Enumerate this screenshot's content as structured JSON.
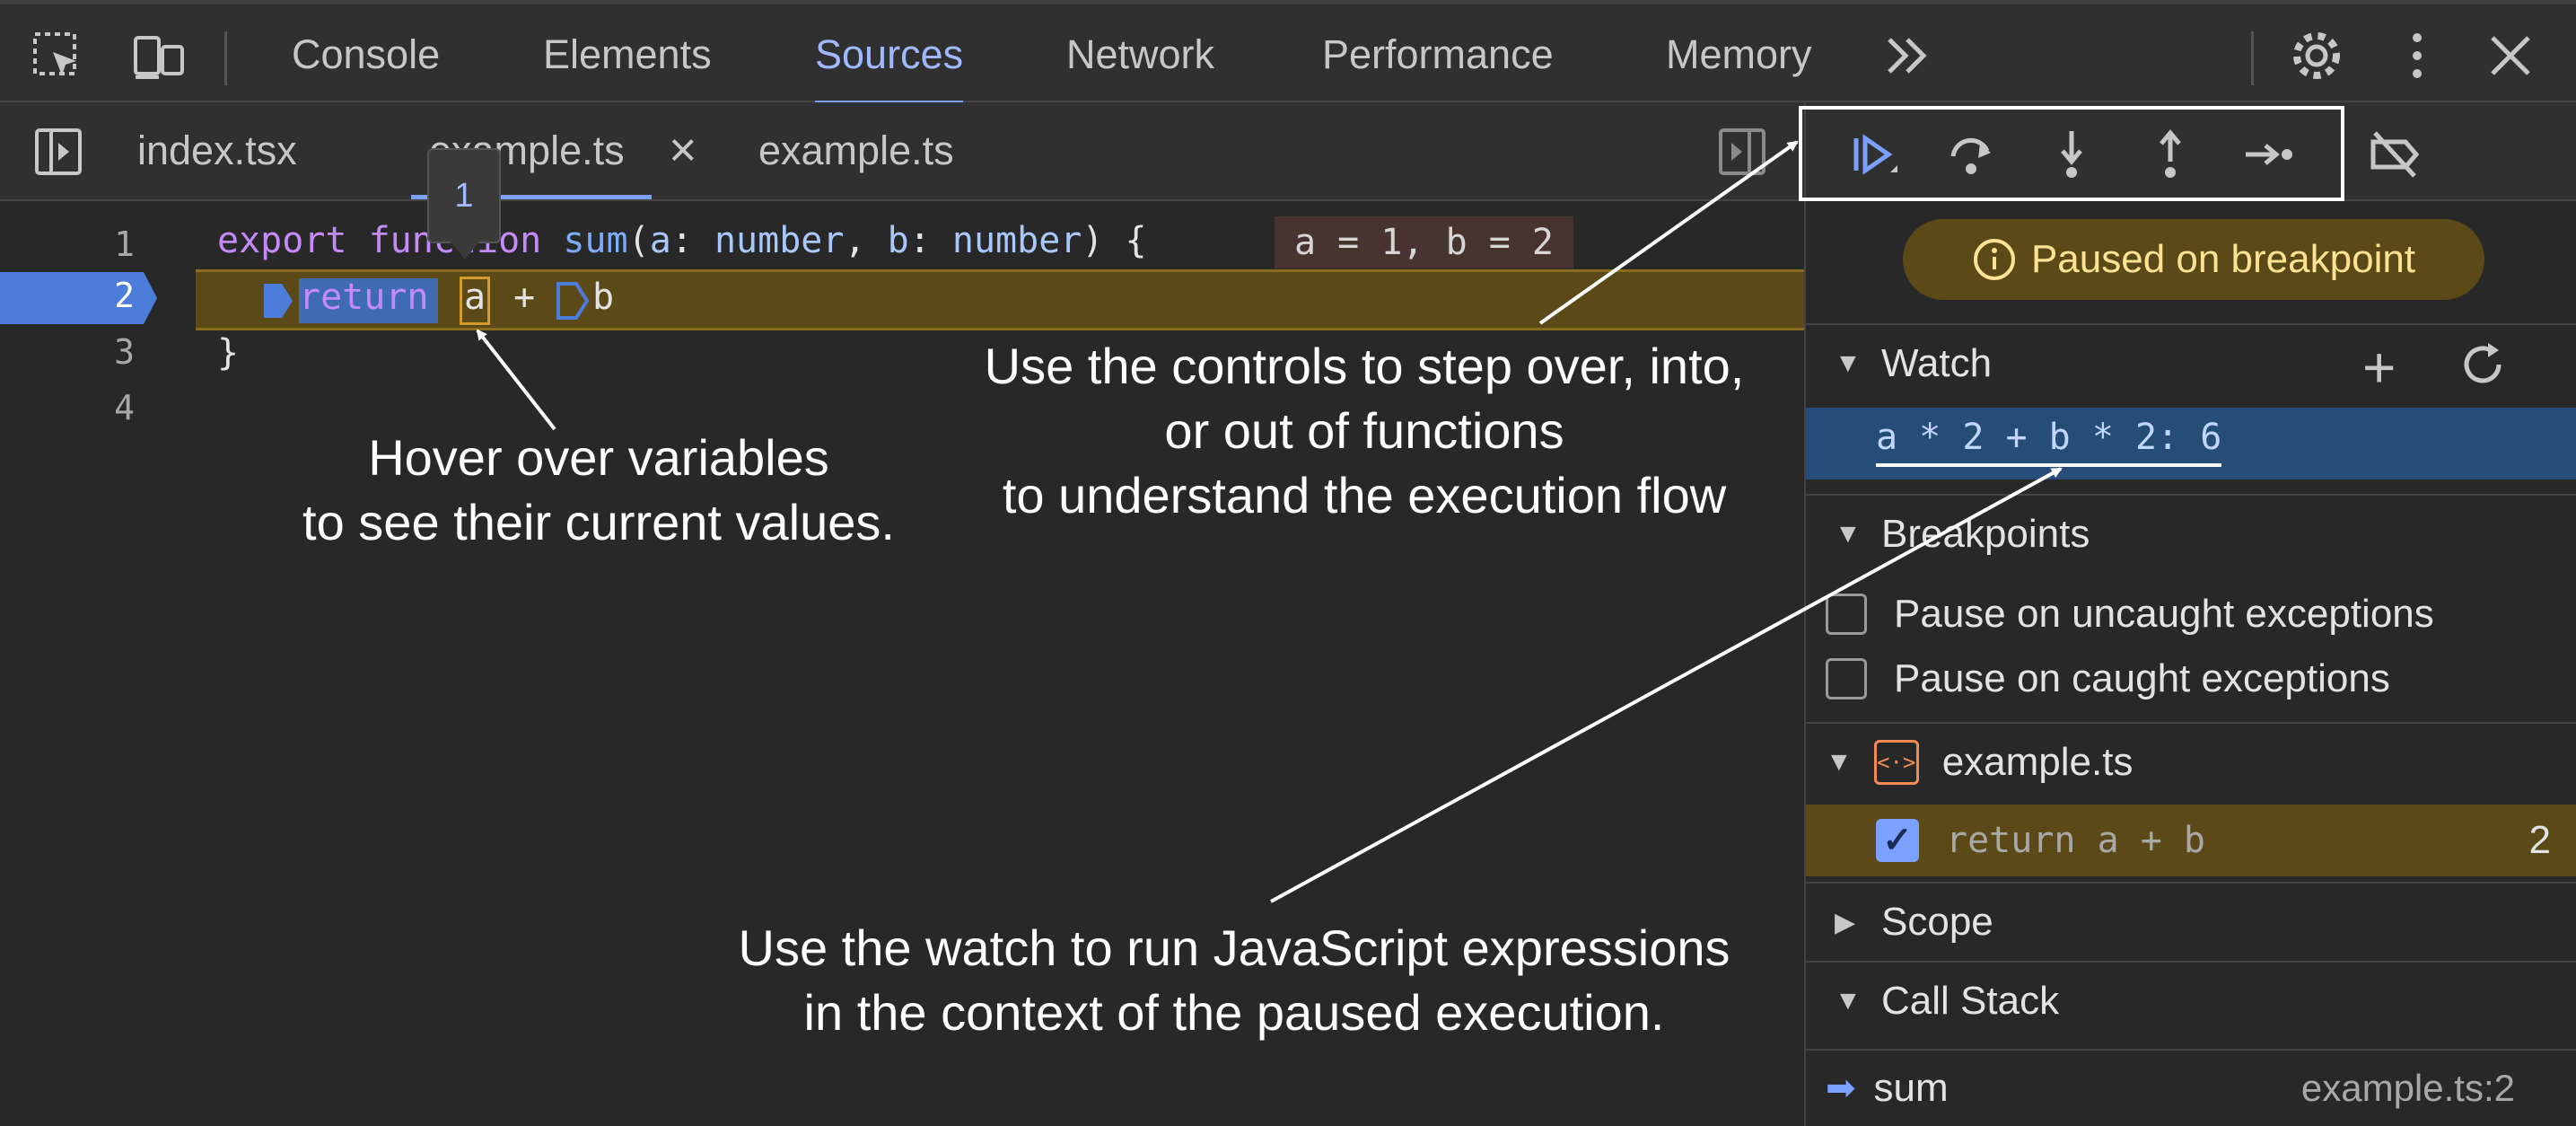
{
  "toolbar": {
    "tabs": [
      {
        "label": "Console"
      },
      {
        "label": "Elements"
      },
      {
        "label": "Sources"
      },
      {
        "label": "Network"
      },
      {
        "label": "Performance"
      },
      {
        "label": "Memory"
      }
    ],
    "more_label": "»"
  },
  "file_tabs": [
    {
      "label": "index.tsx"
    },
    {
      "label": "example.ts"
    },
    {
      "label": "example.ts"
    }
  ],
  "editor": {
    "line_numbers": [
      "1",
      "2",
      "3",
      "4"
    ],
    "line1": {
      "kw": "export",
      "kw2": "function",
      "fn": "sum",
      "p1": "(",
      "a": "a",
      "colon1": ": ",
      "t1": "number",
      "comma": ", ",
      "b": "b",
      "colon2": ": ",
      "t2": "number",
      "close": ") {"
    },
    "line2": {
      "ret": "return",
      "a": "a",
      "op": " + ",
      "b": "b"
    },
    "line3": "}",
    "inline_values": "a = 1, b = 2",
    "hover_value": "1"
  },
  "annotations": {
    "hover": [
      "Hover over variables",
      "to see their current values."
    ],
    "controls": [
      "Use the controls to step over, into,",
      "or out of functions",
      "to understand the execution flow"
    ],
    "watch": [
      "Use the watch to run JavaScript expressions",
      "in the context of the paused execution."
    ]
  },
  "debugger": {
    "paused_label": "Paused on breakpoint",
    "watch_title": "Watch",
    "watch_expression": "a * 2 + b * 2: 6",
    "breakpoints_title": "Breakpoints",
    "pause_uncaught": "Pause on uncaught exceptions",
    "pause_caught": "Pause on caught exceptions",
    "bp_file": "example.ts",
    "bp_file_icon": "<·>",
    "bp_code": "return a + b",
    "bp_line": "2",
    "scope_title": "Scope",
    "callstack_title": "Call Stack",
    "frame_name": "sum",
    "frame_location": "example.ts:2"
  },
  "colors": {
    "accent": "#7ca0ff",
    "paused_bg": "#5b4a17",
    "paused_text": "#fde293",
    "background": "#282828"
  }
}
